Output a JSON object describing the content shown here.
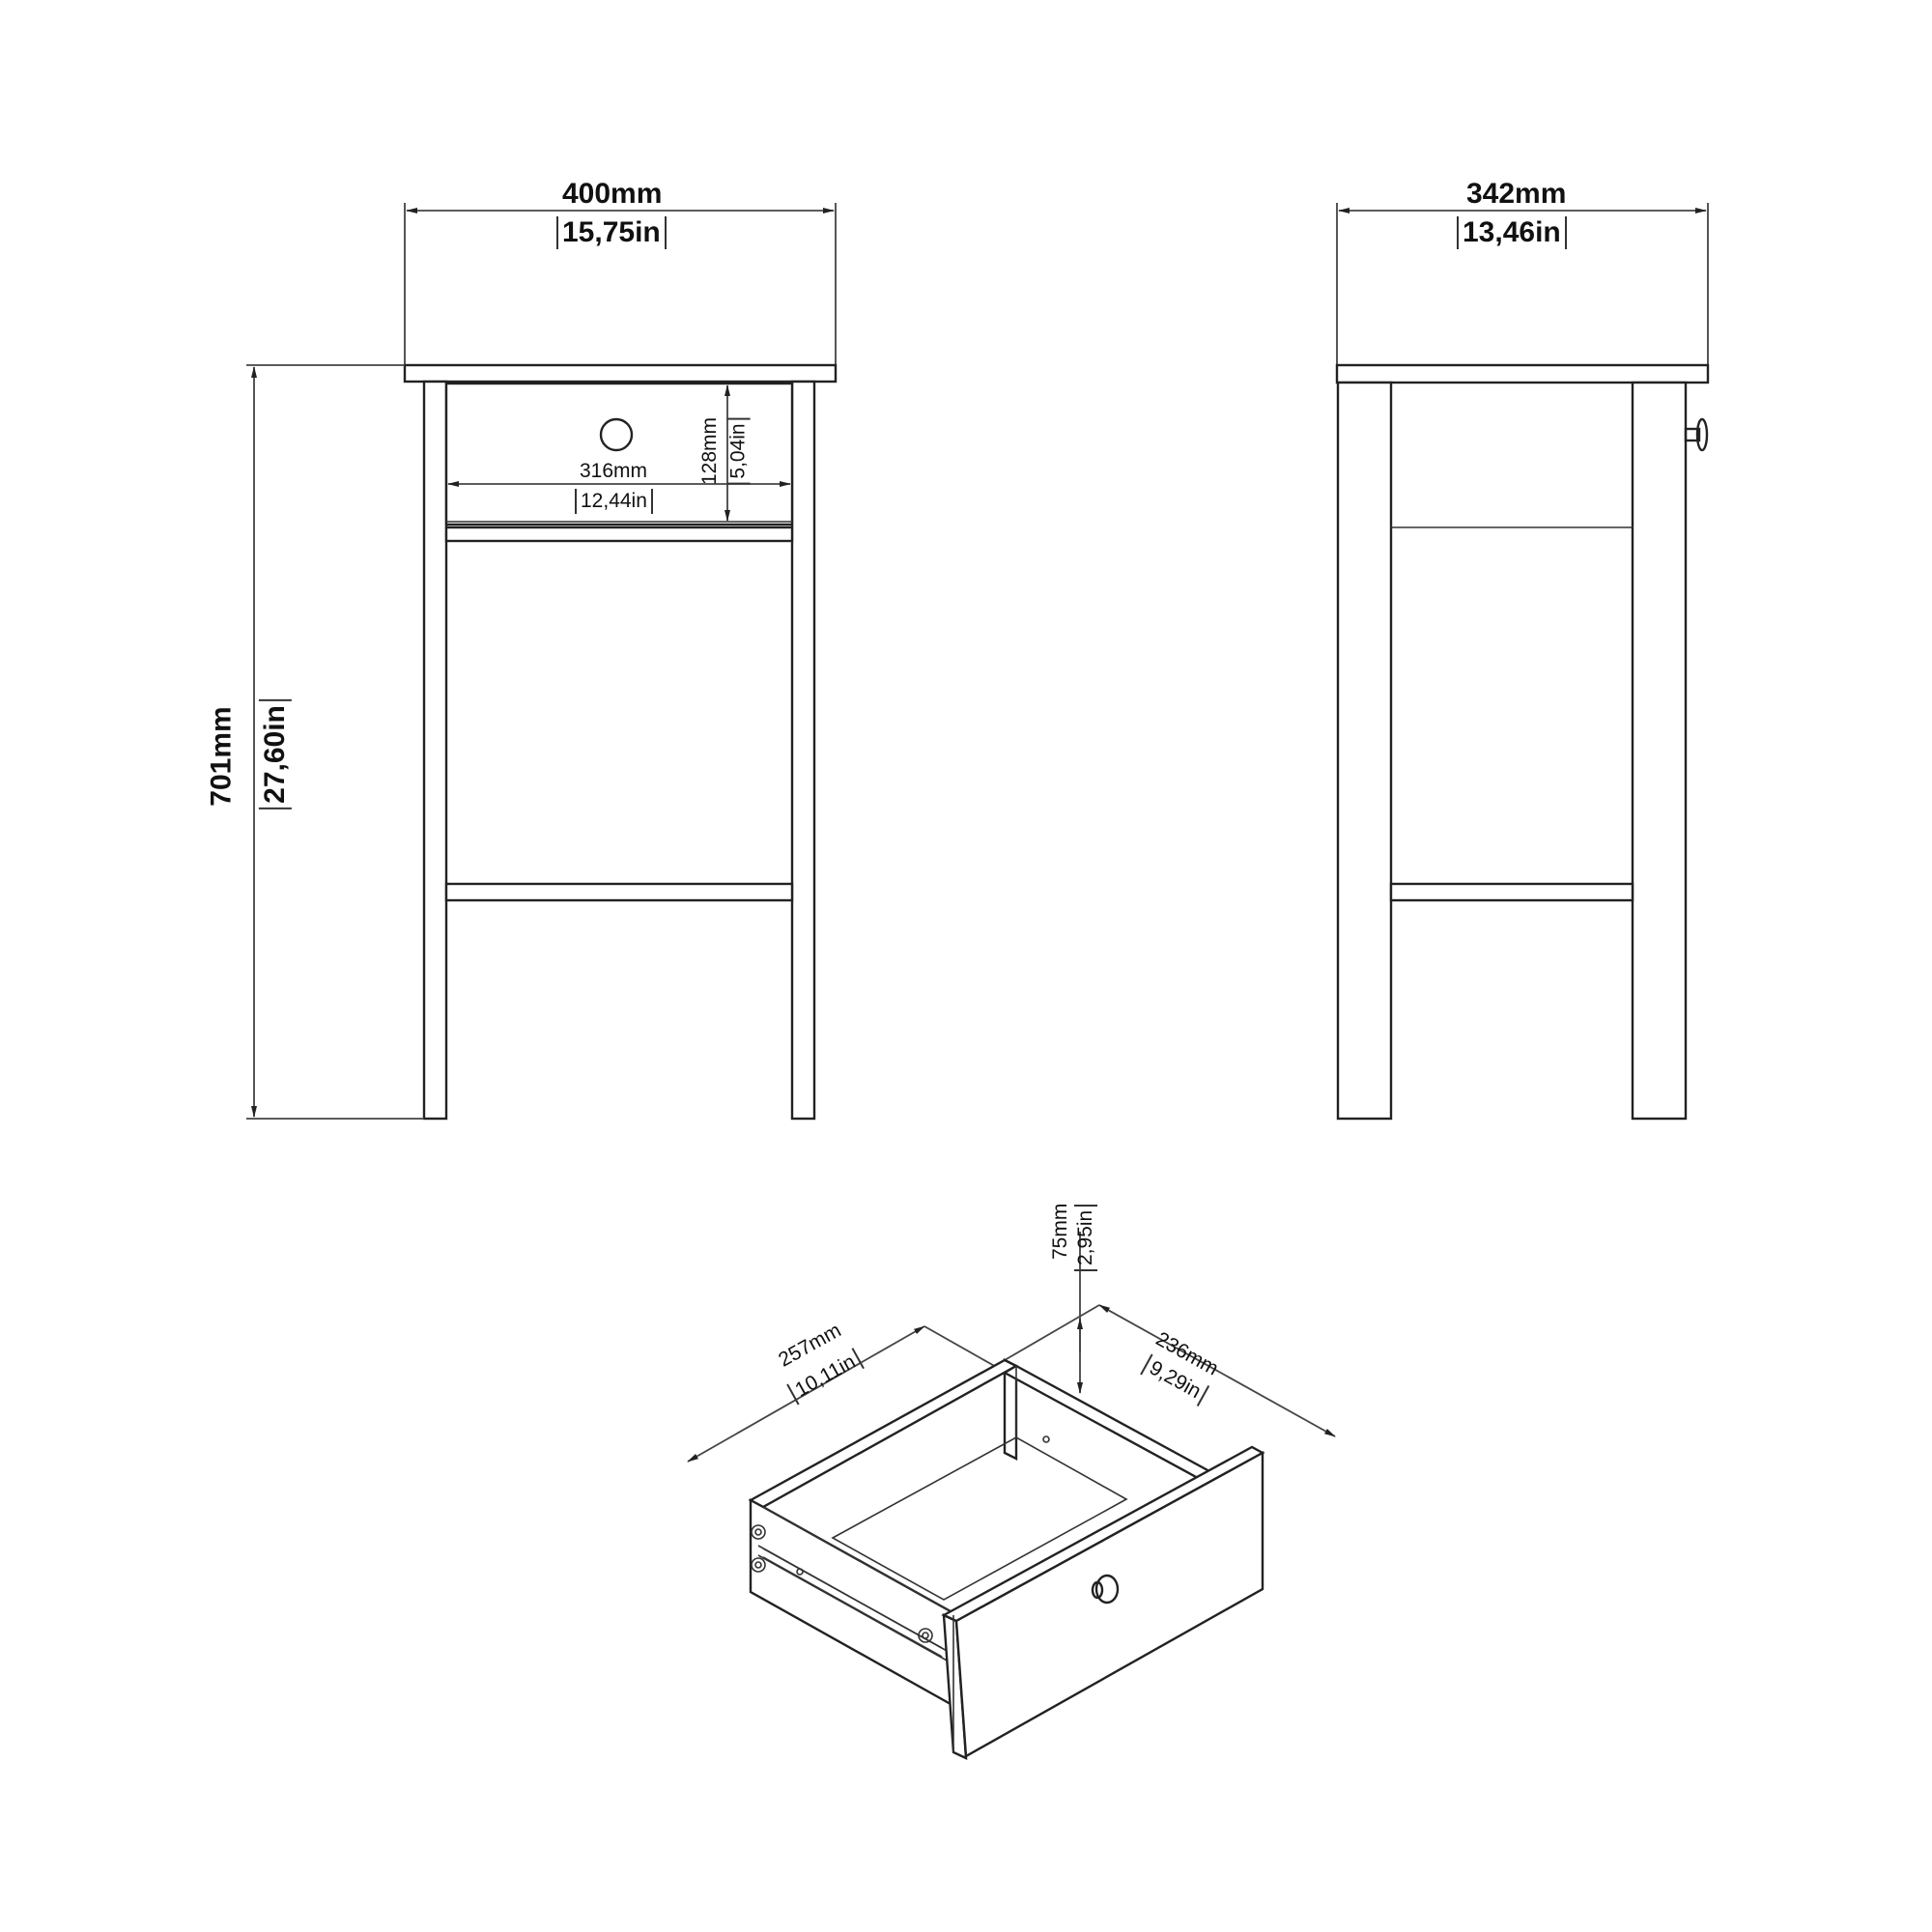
{
  "front_view": {
    "width_mm": "400mm",
    "width_in": "15,75in",
    "height_mm": "701mm",
    "height_in": "27,60in",
    "drawer_width_mm": "316mm",
    "drawer_width_in": "12,44in",
    "drawer_height_mm": "128mm",
    "drawer_height_in": "5,04in"
  },
  "side_view": {
    "depth_mm": "342mm",
    "depth_in": "13,46in"
  },
  "drawer_view": {
    "length_mm": "257mm",
    "length_in": "10,11in",
    "width_mm": "236mm",
    "width_in": "9,29in",
    "inner_height_mm": "75mm",
    "inner_height_in": "2,95in"
  },
  "colors": {
    "line": "#222222",
    "background": "#ffffff"
  }
}
